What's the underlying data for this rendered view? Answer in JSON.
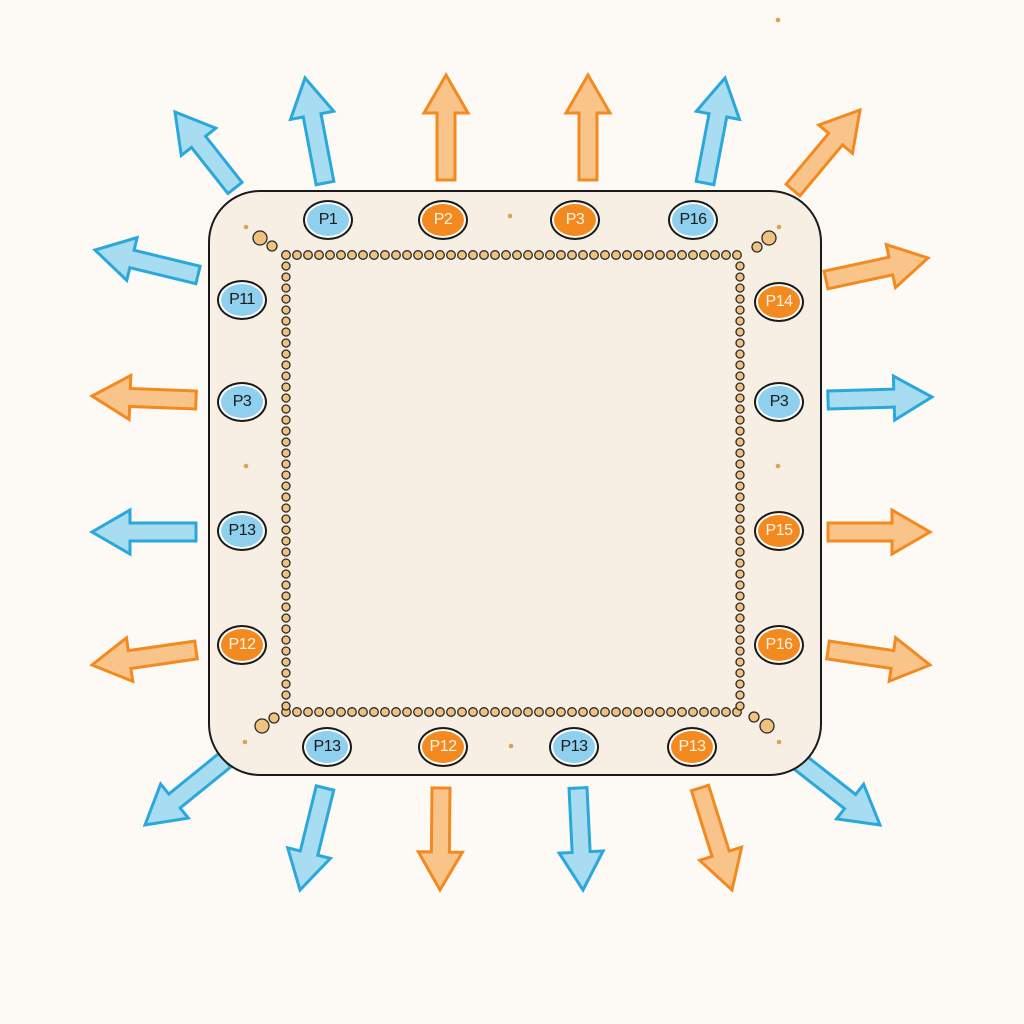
{
  "diagram": {
    "type": "chip-pinout",
    "colors": {
      "background": "#fdfaf6",
      "chip_body": "#f7efe4",
      "chip_border": "#1a1a1a",
      "blue_fill": "#a8dcf0",
      "blue_stroke": "#2aa8dc",
      "orange_fill": "#f9c489",
      "orange_stroke": "#f28a20",
      "pin_blue": "#8fd0ef",
      "pin_orange": "#f28a20",
      "bead": "#f0c27f"
    },
    "pins": {
      "top": [
        {
          "label": "P1",
          "color": "blue"
        },
        {
          "label": "P2",
          "color": "orange"
        },
        {
          "label": "P3",
          "color": "orange"
        },
        {
          "label": "P16",
          "color": "blue"
        }
      ],
      "left": [
        {
          "label": "P11",
          "color": "blue"
        },
        {
          "label": "P3",
          "color": "blue"
        },
        {
          "label": "P13",
          "color": "blue"
        },
        {
          "label": "P12",
          "color": "orange"
        }
      ],
      "right": [
        {
          "label": "P14",
          "color": "orange"
        },
        {
          "label": "P3",
          "color": "blue"
        },
        {
          "label": "P15",
          "color": "orange"
        },
        {
          "label": "P16",
          "color": "orange"
        }
      ],
      "bottom": [
        {
          "label": "P13",
          "color": "blue"
        },
        {
          "label": "P12",
          "color": "orange"
        },
        {
          "label": "P13",
          "color": "blue"
        },
        {
          "label": "P13",
          "color": "orange"
        }
      ]
    },
    "arrows": {
      "top": [
        "blue",
        "blue",
        "orange",
        "orange",
        "blue",
        "orange"
      ],
      "left": [
        "blue",
        "orange",
        "blue",
        "orange"
      ],
      "right": [
        "orange",
        "blue",
        "orange",
        "orange"
      ],
      "bottom": [
        "blue",
        "blue",
        "orange",
        "blue",
        "orange",
        "blue"
      ]
    }
  }
}
